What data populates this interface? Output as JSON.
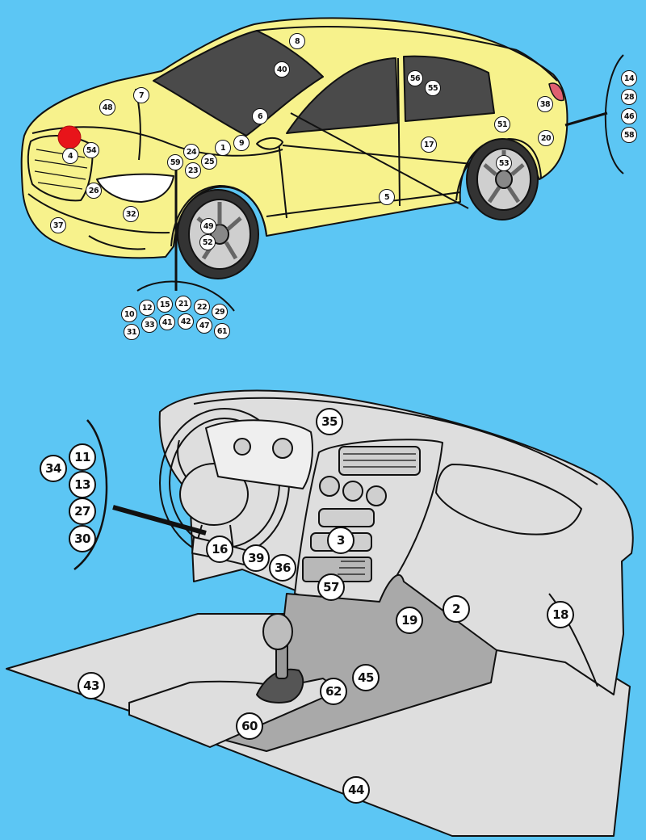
{
  "colors": {
    "background": "#5cc6f4",
    "car_body": "#f7f28c",
    "window_glass": "#4a4a4a",
    "interior": "#dcdcdc",
    "console": "#a9a9a9",
    "outline": "#111111",
    "highlight": "#e8141a"
  },
  "highlight_marker": {
    "shape": "red-dot",
    "location": "front-grille-emblem"
  },
  "exterior_markers": [
    {
      "id": "m8",
      "label": "8"
    },
    {
      "id": "m40",
      "label": "40"
    },
    {
      "id": "m7",
      "label": "7"
    },
    {
      "id": "m48",
      "label": "48"
    },
    {
      "id": "m6",
      "label": "6"
    },
    {
      "id": "m56",
      "label": "56"
    },
    {
      "id": "m55",
      "label": "55"
    },
    {
      "id": "m38",
      "label": "38"
    },
    {
      "id": "m51",
      "label": "51"
    },
    {
      "id": "m20",
      "label": "20"
    },
    {
      "id": "m17",
      "label": "17"
    },
    {
      "id": "m53",
      "label": "53"
    },
    {
      "id": "m4",
      "label": "4"
    },
    {
      "id": "m54",
      "label": "54"
    },
    {
      "id": "m24",
      "label": "24"
    },
    {
      "id": "m1",
      "label": "1"
    },
    {
      "id": "m9",
      "label": "9"
    },
    {
      "id": "m59",
      "label": "59"
    },
    {
      "id": "m25",
      "label": "25"
    },
    {
      "id": "m23",
      "label": "23"
    },
    {
      "id": "m26",
      "label": "26"
    },
    {
      "id": "m5",
      "label": "5"
    },
    {
      "id": "m32",
      "label": "32"
    },
    {
      "id": "m37",
      "label": "37"
    },
    {
      "id": "m49",
      "label": "49"
    },
    {
      "id": "m52",
      "label": "52"
    }
  ],
  "rear_group_markers": [
    {
      "id": "m14",
      "label": "14"
    },
    {
      "id": "m28",
      "label": "28"
    },
    {
      "id": "m46",
      "label": "46"
    },
    {
      "id": "m58",
      "label": "58"
    }
  ],
  "under_group_markers": [
    {
      "id": "m10",
      "label": "10"
    },
    {
      "id": "m12",
      "label": "12"
    },
    {
      "id": "m15",
      "label": "15"
    },
    {
      "id": "m21",
      "label": "21"
    },
    {
      "id": "m22",
      "label": "22"
    },
    {
      "id": "m29",
      "label": "29"
    },
    {
      "id": "m31",
      "label": "31"
    },
    {
      "id": "m33",
      "label": "33"
    },
    {
      "id": "m41",
      "label": "41"
    },
    {
      "id": "m42",
      "label": "42"
    },
    {
      "id": "m47",
      "label": "47"
    },
    {
      "id": "m61",
      "label": "61"
    }
  ],
  "interior_markers": [
    {
      "id": "m35",
      "label": "35"
    },
    {
      "id": "m3",
      "label": "3"
    },
    {
      "id": "m16",
      "label": "16"
    },
    {
      "id": "m39",
      "label": "39"
    },
    {
      "id": "m36",
      "label": "36"
    },
    {
      "id": "m57",
      "label": "57"
    },
    {
      "id": "m2",
      "label": "2"
    },
    {
      "id": "m19",
      "label": "19"
    },
    {
      "id": "m18",
      "label": "18"
    },
    {
      "id": "m43",
      "label": "43"
    },
    {
      "id": "m45",
      "label": "45"
    },
    {
      "id": "m62",
      "label": "62"
    },
    {
      "id": "m60",
      "label": "60"
    },
    {
      "id": "m44",
      "label": "44"
    }
  ],
  "steering_group_markers": [
    {
      "id": "m34",
      "label": "34"
    },
    {
      "id": "m11",
      "label": "11"
    },
    {
      "id": "m13",
      "label": "13"
    },
    {
      "id": "m27",
      "label": "27"
    },
    {
      "id": "m30",
      "label": "30"
    }
  ]
}
